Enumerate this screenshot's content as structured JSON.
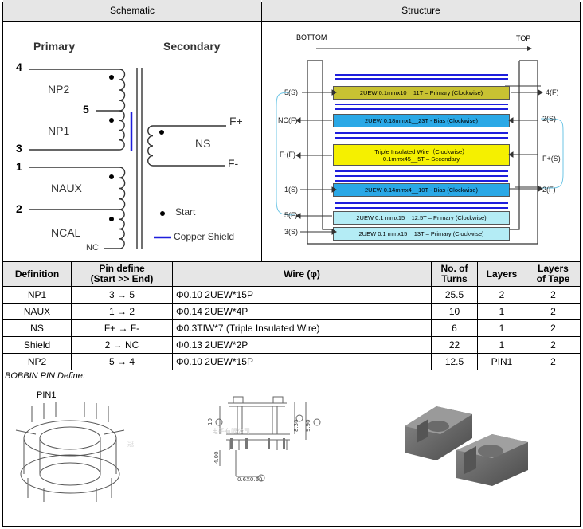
{
  "headers": {
    "schematic": "Schematic",
    "structure": "Structure"
  },
  "schematic": {
    "primary": "Primary",
    "secondary": "Secondary",
    "pins_left": [
      "4",
      "5",
      "3",
      "1",
      "2",
      "NC"
    ],
    "windings": [
      "NP2",
      "NP1",
      "NAUX",
      "NCAL",
      "NS"
    ],
    "pins_right": [
      "F+",
      "F-"
    ],
    "legend_start": "Start",
    "legend_shield": "Copper Shield"
  },
  "structure": {
    "bottom": "BOTTOM",
    "top": "TOP",
    "layers": [
      {
        "text": "2UEW 0.1mmx10__11T – Primary (Clockwise)",
        "color": "#c8c232"
      },
      {
        "text": "2UEW 0.18mmx1__23T - Bias (Clockwise)",
        "color": "#2aa8e6"
      },
      {
        "text": "Triple Insulated Wire（Clockwise）",
        "text2": "0.1mmx45__5T – Secondary",
        "color": "#f5f000"
      },
      {
        "text": "2UEW 0.14mmx4__10T - Bias (Clockwise)",
        "color": "#2aa8e6"
      },
      {
        "text": "2UEW 0.1 mmx15__12.5T – Primary (Clockwise)",
        "color": "#b4ecf5"
      },
      {
        "text": "2UEW 0.1 mmx15__13T – Primary (Clockwise)",
        "color": "#b4ecf5"
      }
    ],
    "left_pins": [
      "5(S)",
      "NC(F)",
      "F-(F)",
      "1(S)",
      "5(F)",
      "3(S)"
    ],
    "right_pins": [
      "4(F)",
      "2(S)",
      "F+(S)",
      "2(F)"
    ]
  },
  "table": {
    "headers": [
      "Definition",
      "Pin define\n(Start >> End)",
      "Wire (φ)",
      "No. of\nTurns",
      "Layers",
      "Layers\nof Tape"
    ],
    "rows": [
      [
        "NP1",
        "3 → 5",
        "Φ0.10 2UEW*15P",
        "25.5",
        "2",
        "2"
      ],
      [
        "NAUX",
        "1 → 2",
        "Φ0.14 2UEW*4P",
        "10",
        "1",
        "2"
      ],
      [
        "NS",
        "F+ → F-",
        "Φ0.3TIW*7 (Triple Insulated Wire)",
        "6",
        "1",
        "2"
      ],
      [
        "Shield",
        "2 → NC",
        "Φ0.13 2UEW*2P",
        "22",
        "1",
        "2"
      ],
      [
        "NP2",
        "5 → 4",
        "Φ0.10 2UEW*15P",
        "12.5",
        "PIN1",
        "2"
      ]
    ]
  },
  "bobbin": {
    "title": "BOBBIN PIN Define:",
    "pin1": "PIN1",
    "dims": [
      "10",
      "8.30",
      "9.90",
      "4.00",
      "0.6X0.60"
    ],
    "watermark_left": "冠",
    "watermark_mid": "电子有限公司"
  },
  "colors": {
    "shield": "#1e1edc",
    "header_bg": "#e6e6e6"
  }
}
